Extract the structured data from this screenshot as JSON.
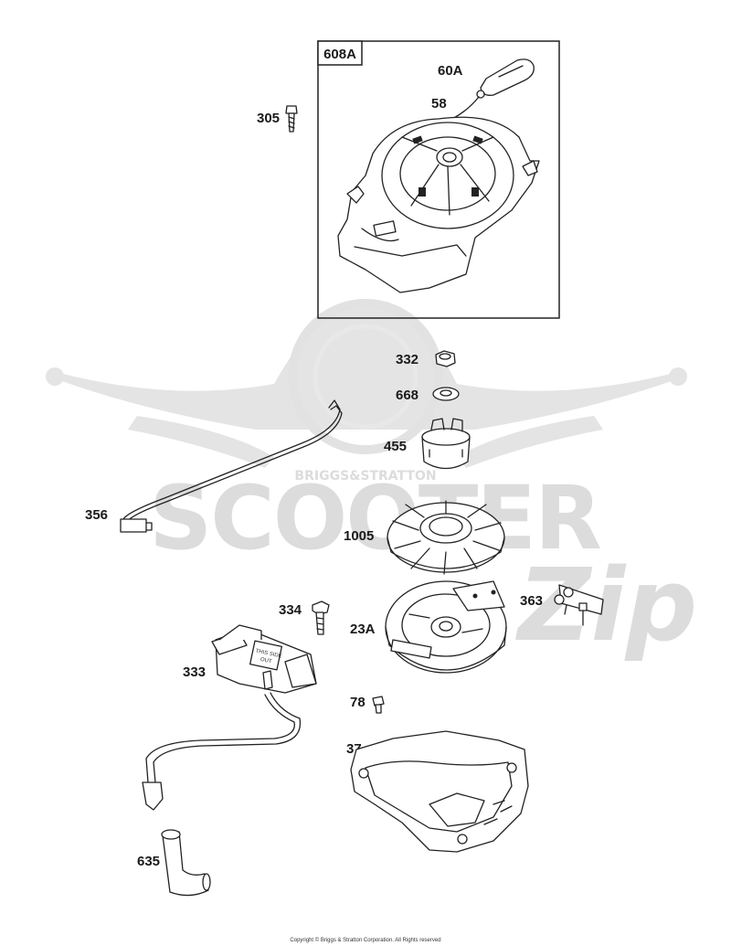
{
  "diagram": {
    "kit_box_label": "608A",
    "labels": {
      "p60A": "60A",
      "p58": "58",
      "p305": "305",
      "p332": "332",
      "p668": "668",
      "p455": "455",
      "p356": "356",
      "p1005": "1005",
      "p334": "334",
      "p363": "363",
      "p23A": "23A",
      "p333": "333",
      "p78": "78",
      "p37": "37",
      "p635": "635"
    },
    "decal_text": {
      "coil_line1": "THIS SIDE",
      "coil_line2": "OUT"
    },
    "watermark": {
      "brand": "BRIGGS&STRATTON",
      "main": "SCOOTER",
      "script": "Zip"
    },
    "copyright": "Copyright © Briggs & Stratton Corporation. All Rights reserved"
  }
}
